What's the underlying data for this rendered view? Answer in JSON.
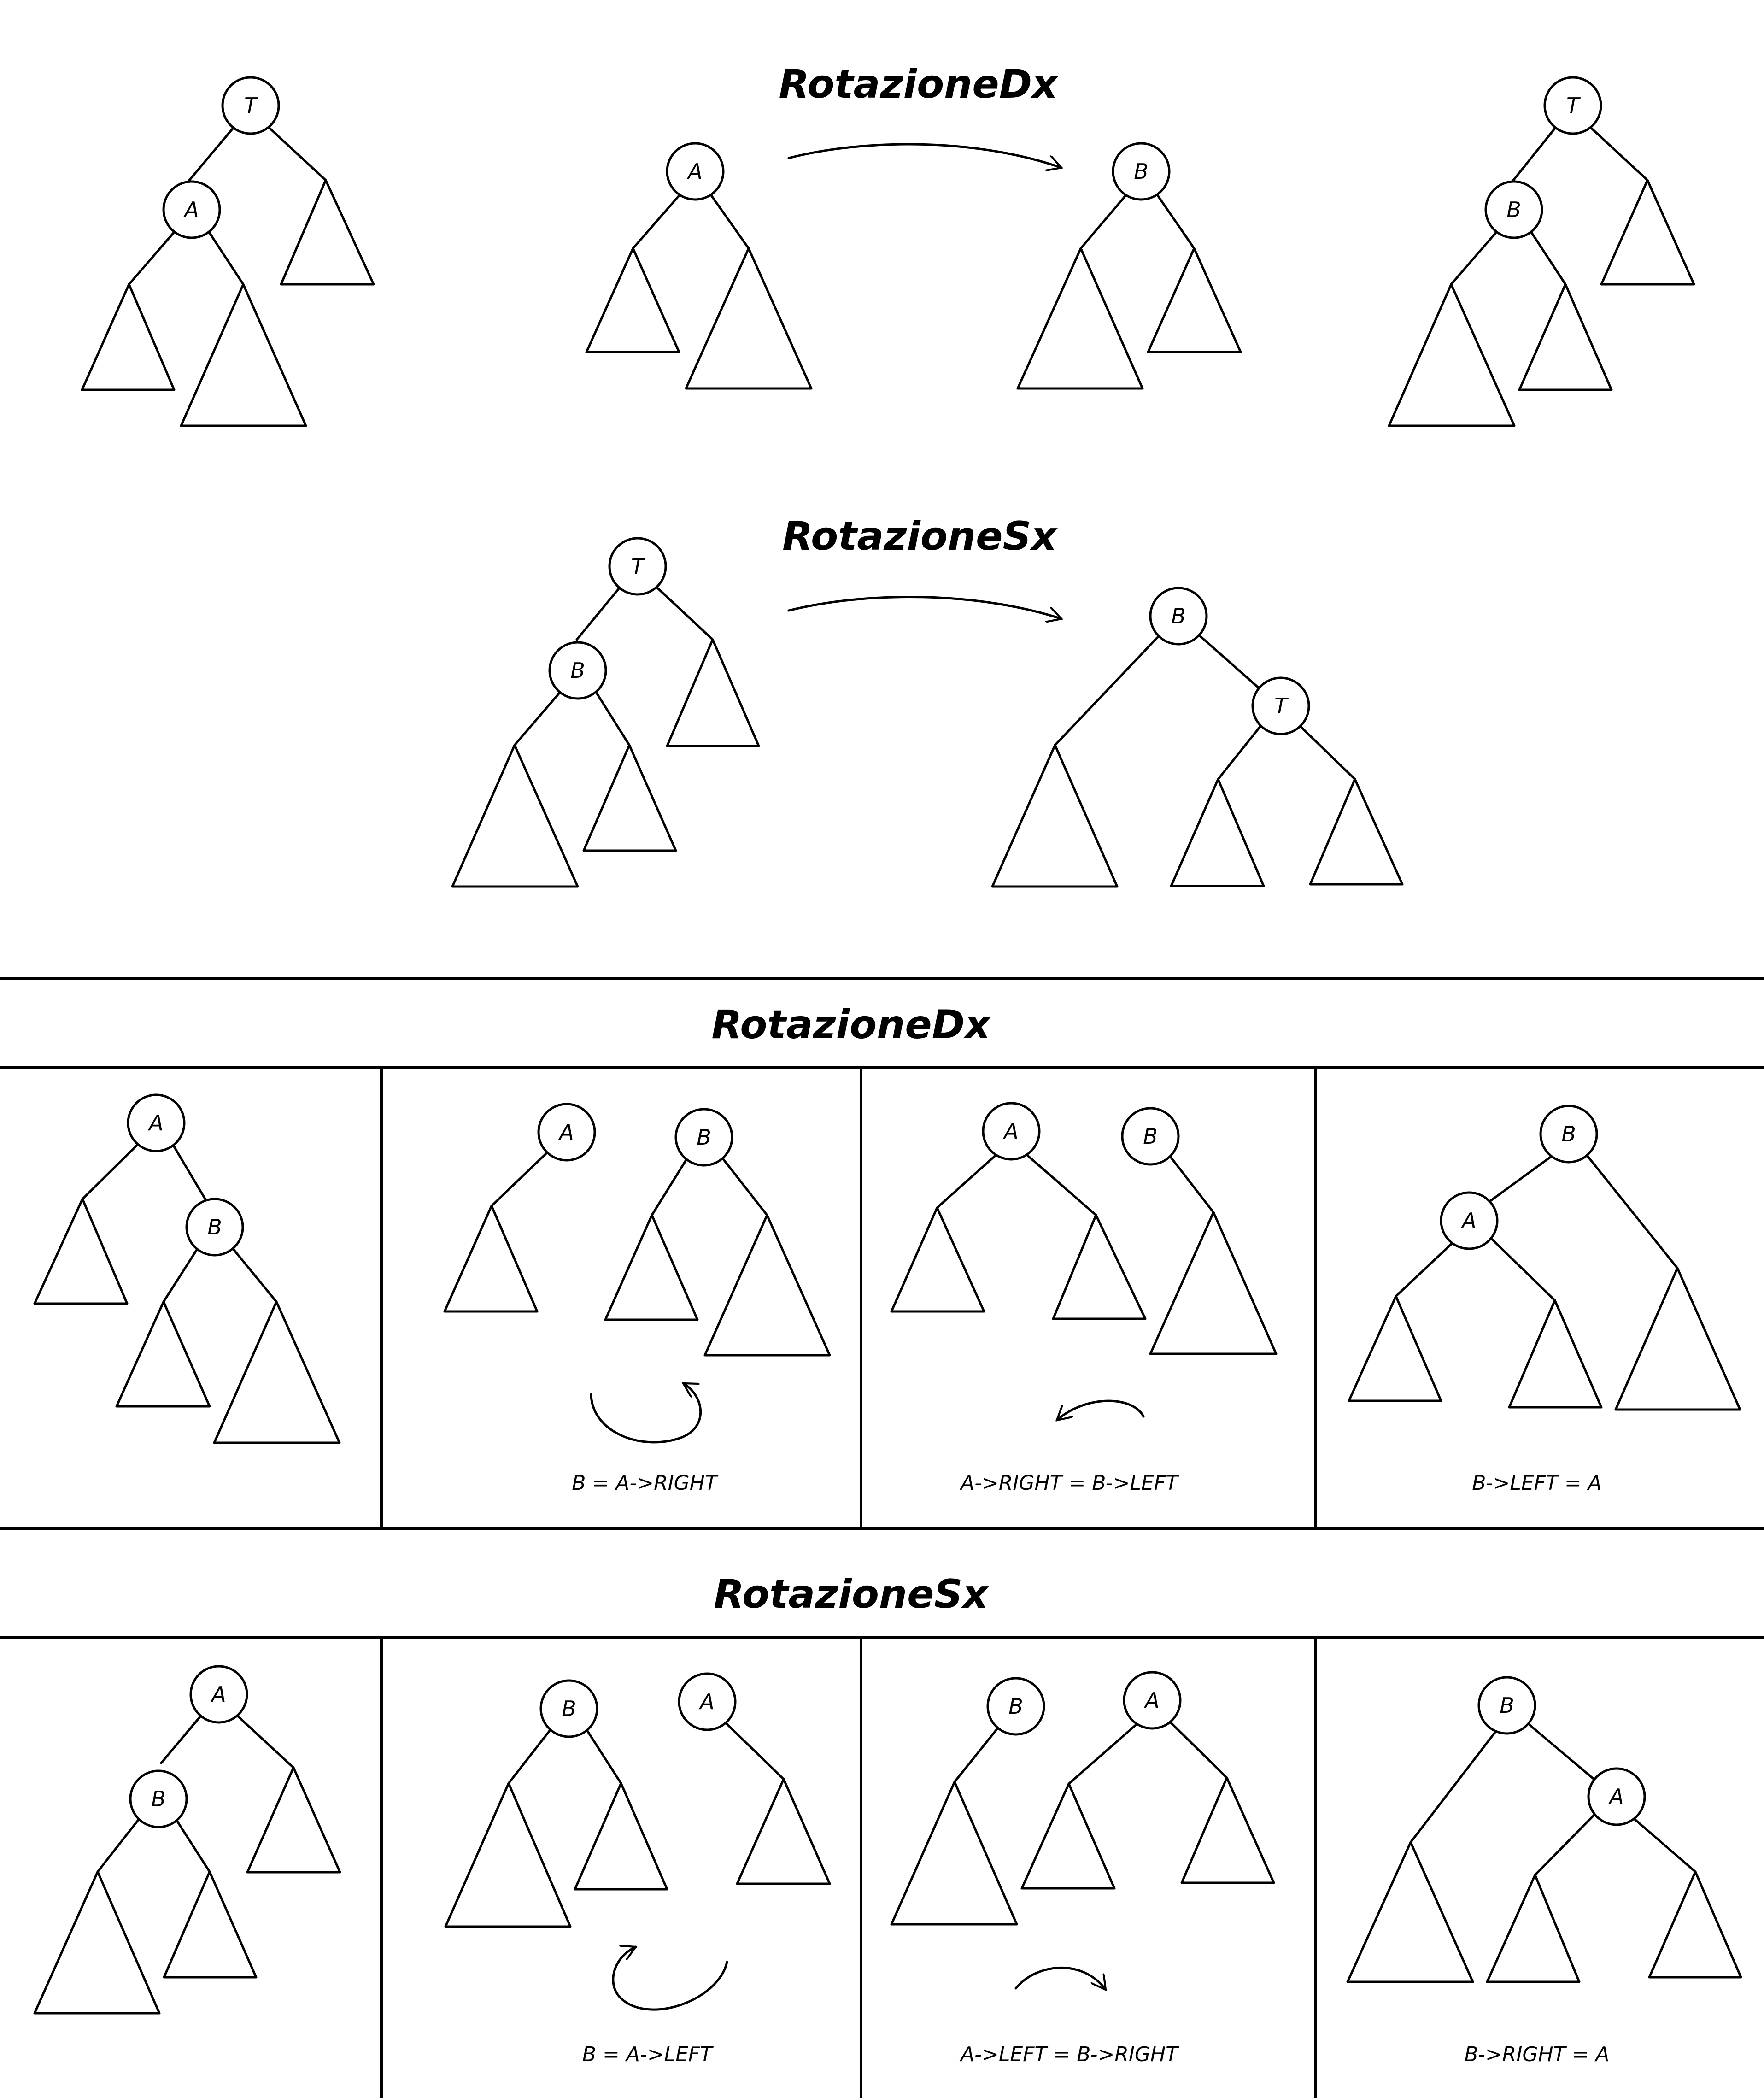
{
  "titles": {
    "top_right": "RotazioneDx",
    "top_left": "RotazioneSx",
    "section_right": "RotazioneDx",
    "section_left": "RotazioneSx"
  },
  "nodes": {
    "T": "T",
    "A": "A",
    "B": "B"
  },
  "captions": {
    "dx_step2": "B = A->RIGHT",
    "dx_step3": "A->RIGHT = B->LEFT",
    "dx_step4": "B->LEFT = A",
    "sx_step2": "B = A->LEFT",
    "sx_step3": "A->LEFT = B->RIGHT",
    "sx_step4": "B->RIGHT = A"
  }
}
